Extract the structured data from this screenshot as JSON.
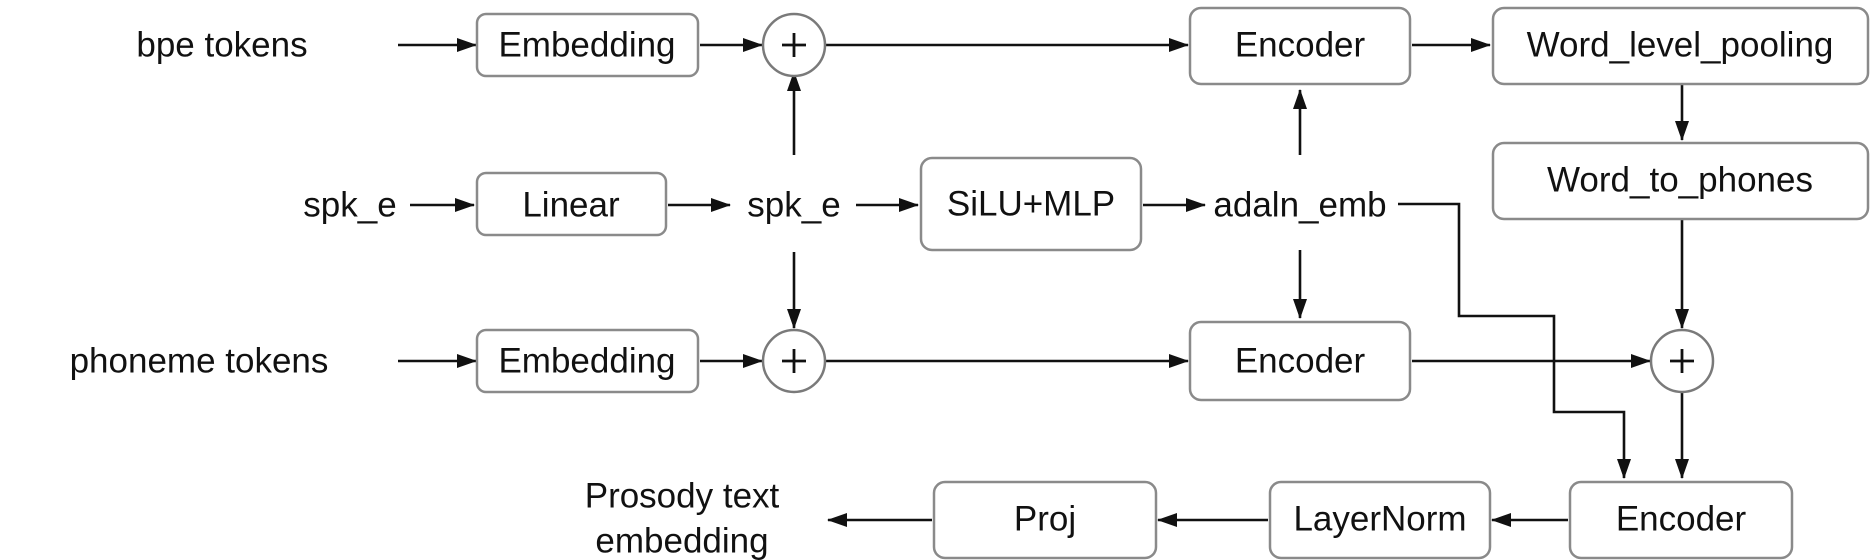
{
  "diagram": {
    "inputs": {
      "bpe_tokens": "bpe tokens",
      "spk_e_in": "spk_e",
      "phoneme_tokens": "phoneme tokens",
      "spk_e_mid": "spk_e",
      "adaln_emb": "adaln_emb",
      "output": [
        "Prosody text",
        "embedding"
      ]
    },
    "boxes": {
      "embedding_bpe": "Embedding",
      "linear": "Linear",
      "embedding_phoneme": "Embedding",
      "silu_mlp": "SiLU+MLP",
      "encoder_top": "Encoder",
      "encoder_mid": "Encoder",
      "word_level_pooling": "Word_level_pooling",
      "word_to_phones": "Word_to_phones",
      "encoder_bottom": "Encoder",
      "layernorm": "LayerNorm",
      "proj": "Proj"
    },
    "sum_symbol": "+"
  }
}
